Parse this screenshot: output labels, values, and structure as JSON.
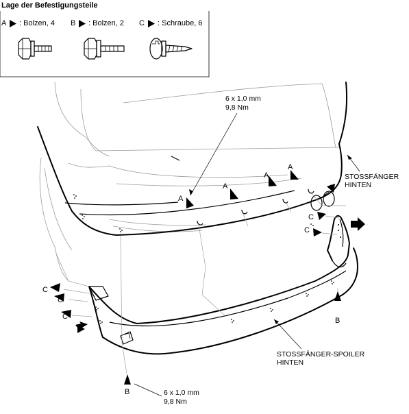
{
  "legend": {
    "title": "Lage der Befestigungsteile",
    "items": [
      {
        "key": "A",
        "desc": ": Bolzen, 4"
      },
      {
        "key": "B",
        "desc": ": Bolzen, 2"
      },
      {
        "key": "C",
        "desc": ": Schraube, 6"
      }
    ]
  },
  "labels": {
    "torque_top_1": "6 x 1,0 mm",
    "torque_top_2": "9,8 Nm",
    "bumper_1": "STOSSFÄNGER",
    "bumper_2": "HINTEN",
    "spoiler_1": "STOSSFÄNGER-SPOILER",
    "spoiler_2": "HINTEN",
    "torque_bottom_1": "6 x 1,0 mm",
    "torque_bottom_2": "9,8 Nm"
  },
  "callouts": {
    "A": "A",
    "B": "B",
    "C": "C"
  },
  "colors": {
    "line": "#000000",
    "hidden_line": "#9a9a9a",
    "background": "#ffffff"
  }
}
